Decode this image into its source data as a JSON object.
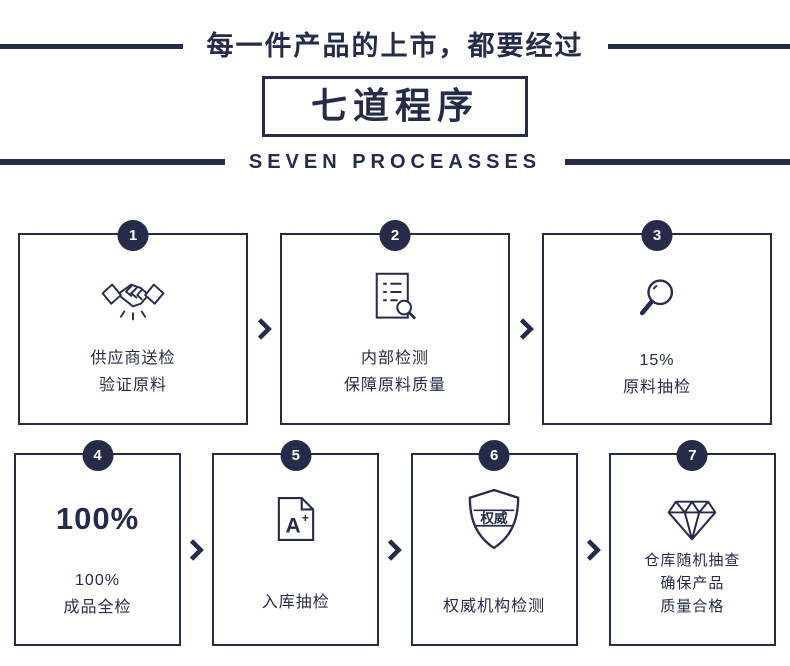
{
  "colors": {
    "navy": "#252b49",
    "background": "#ffffff"
  },
  "header": {
    "subtitle": "每一件产品的上市，都要经过",
    "title": "七道程序",
    "subtitle_en": "SEVEN PROCEASSES"
  },
  "steps": [
    {
      "number": "1",
      "icon": "handshake-icon",
      "lines": [
        "供应商送检",
        "验证原料"
      ]
    },
    {
      "number": "2",
      "icon": "document-inspect-icon",
      "lines": [
        "内部检测",
        "保障原料质量"
      ]
    },
    {
      "number": "3",
      "icon": "magnifier-icon",
      "lines": [
        "15%",
        "原料抽检"
      ]
    },
    {
      "number": "4",
      "icon": "big-percent-text",
      "big_text": "100%",
      "lines": [
        "100%",
        "成品全检"
      ]
    },
    {
      "number": "5",
      "icon": "a-plus-doc-icon",
      "a_letter": "A",
      "a_plus": "+",
      "lines": [
        "入库抽检"
      ]
    },
    {
      "number": "6",
      "icon": "authority-shield-icon",
      "shield_label": "权威",
      "lines": [
        "权威机构检测"
      ]
    },
    {
      "number": "7",
      "icon": "diamond-icon",
      "lines": [
        "仓库随机抽查",
        "确保产品",
        "质量合格"
      ]
    }
  ]
}
